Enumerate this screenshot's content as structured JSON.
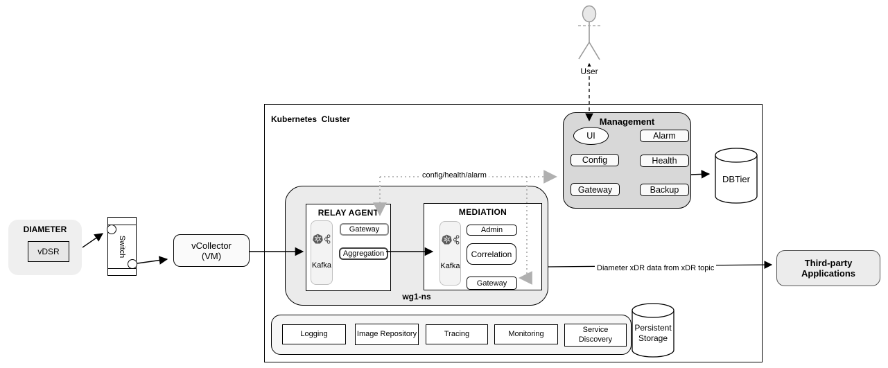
{
  "nodes": {
    "diameter": {
      "title": "DIAMETER",
      "vdsr": "vDSR"
    },
    "switch": {
      "label": "Switch"
    },
    "vcollector": {
      "name": "vCollector",
      "sub": "(VM)"
    },
    "cluster": {
      "title": "Kubernetes  Cluster"
    },
    "namespace": {
      "label": "wg1-ns",
      "relay_agent": {
        "title": "RELAY AGENT",
        "kafka_label": "Kafka",
        "gateway": "Gateway",
        "aggregation": "Aggregation"
      },
      "mediation": {
        "title": "MEDIATION",
        "kafka_label": "Kafka",
        "admin": "Admin",
        "correlation": "Correlation",
        "gateway": "Gateway"
      }
    },
    "management": {
      "title": "Management",
      "ui": "UI",
      "config": "Config",
      "gateway": "Gateway",
      "alarm": "Alarm",
      "health": "Health",
      "backup": "Backup"
    },
    "dbtier": {
      "label": "DBTier"
    },
    "services": {
      "items": [
        "Logging",
        "Image Repository",
        "Tracing",
        "Monitoring",
        "Service Discovery"
      ]
    },
    "persistent_storage": {
      "label": "Persistent Storage"
    },
    "third_party": {
      "label": "Third-party Applications"
    },
    "actor": {
      "label": "User"
    }
  },
  "edges": {
    "config_health_alarm": "config/health/alarm",
    "xdr_topic": "Diameter xDR data from xDR topic"
  },
  "colors": {
    "namespace_fill": "#ebebeb",
    "management_fill": "#d8d8d8",
    "light_fill": "#f5f5f5",
    "dotted_line": "#b0b0b0",
    "border": "#000000"
  }
}
